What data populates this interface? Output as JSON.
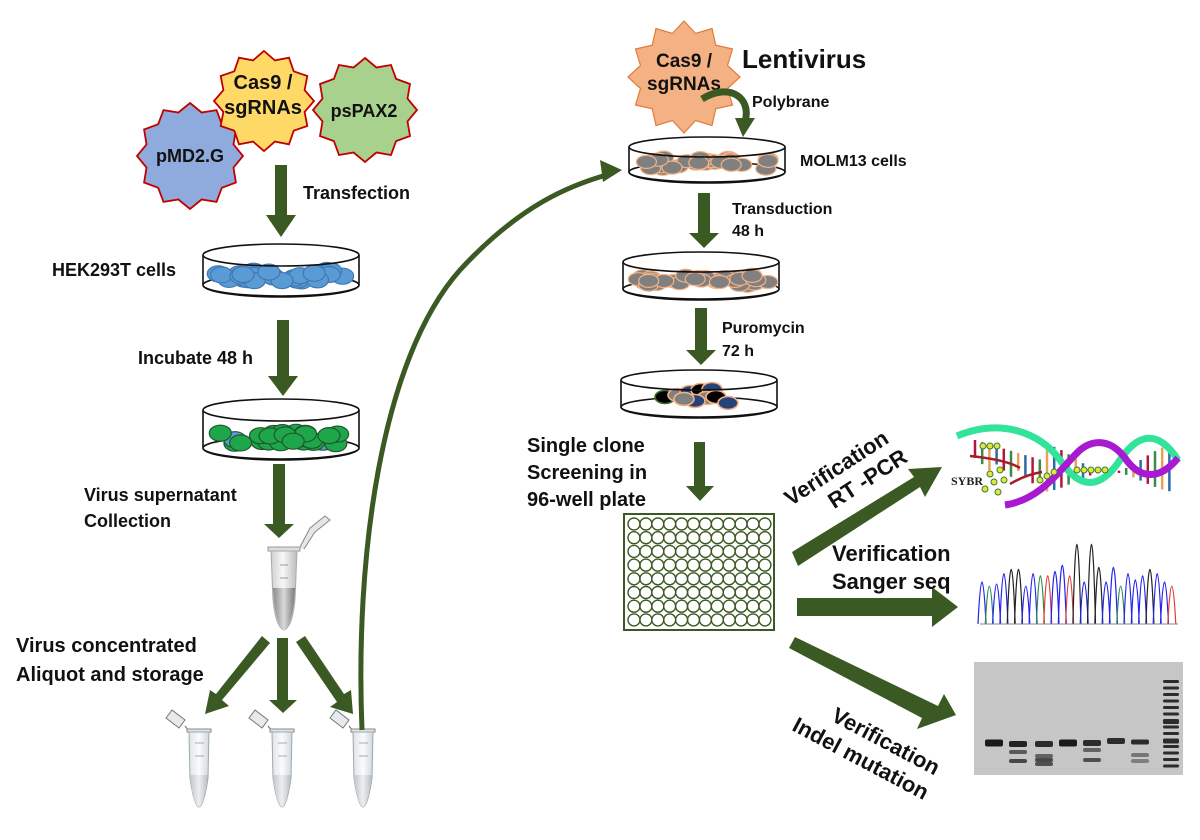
{
  "figure": {
    "left_workflow": {
      "plasmids": [
        {
          "name": "pMD2.G",
          "color": "#8faadc"
        },
        {
          "name_line1": "Cas9 /",
          "name_line2": "sgRNAs",
          "color": "#ffd966"
        },
        {
          "name": "psPAX2",
          "color": "#a9d18e"
        }
      ],
      "plasmid_outline_color": "#c00000",
      "steps": {
        "transfection": "Transfection",
        "hek_cells": "HEK293T cells",
        "incubate": "Incubate 48 h",
        "virus_collection_line1": "Virus supernatant",
        "virus_collection_line2": "Collection",
        "aliquot_line1": "Virus concentrated",
        "aliquot_line2": "Aliquot and storage"
      },
      "cell_colors": {
        "hek": "#5b9bd5",
        "infected": "#1ea64a"
      }
    },
    "right_workflow": {
      "lentivirus_star": {
        "line1": "Cas9 /",
        "line2": "sgRNAs",
        "color": "#f4b183"
      },
      "lentivirus_label": "Lentivirus",
      "polybrane": "Polybrane",
      "molm13": "MOLM13 cells",
      "transduction_line1": "Transduction",
      "transduction_line2": "48 h",
      "puromycin_line1": "Puromycin",
      "puromycin_line2": "72 h",
      "single_clone_line1": "Single clone",
      "single_clone_line2": "Screening in",
      "single_clone_line3": "96-well plate",
      "plate": {
        "rows": 8,
        "cols": 12
      },
      "cell_colors": {
        "molm_fill": "#808080",
        "molm_edge": "#f4b183"
      }
    },
    "verification": {
      "rtpcr_line1": "Verification",
      "rtpcr_line2": "RT -PCR",
      "sanger_line1": "Verification",
      "sanger_line2": "Sanger seq",
      "indel_line1": "Verification",
      "indel_line2": "Indel mutation",
      "sybr_label": "SYBR"
    },
    "arrow_color": "#3b5a23"
  }
}
